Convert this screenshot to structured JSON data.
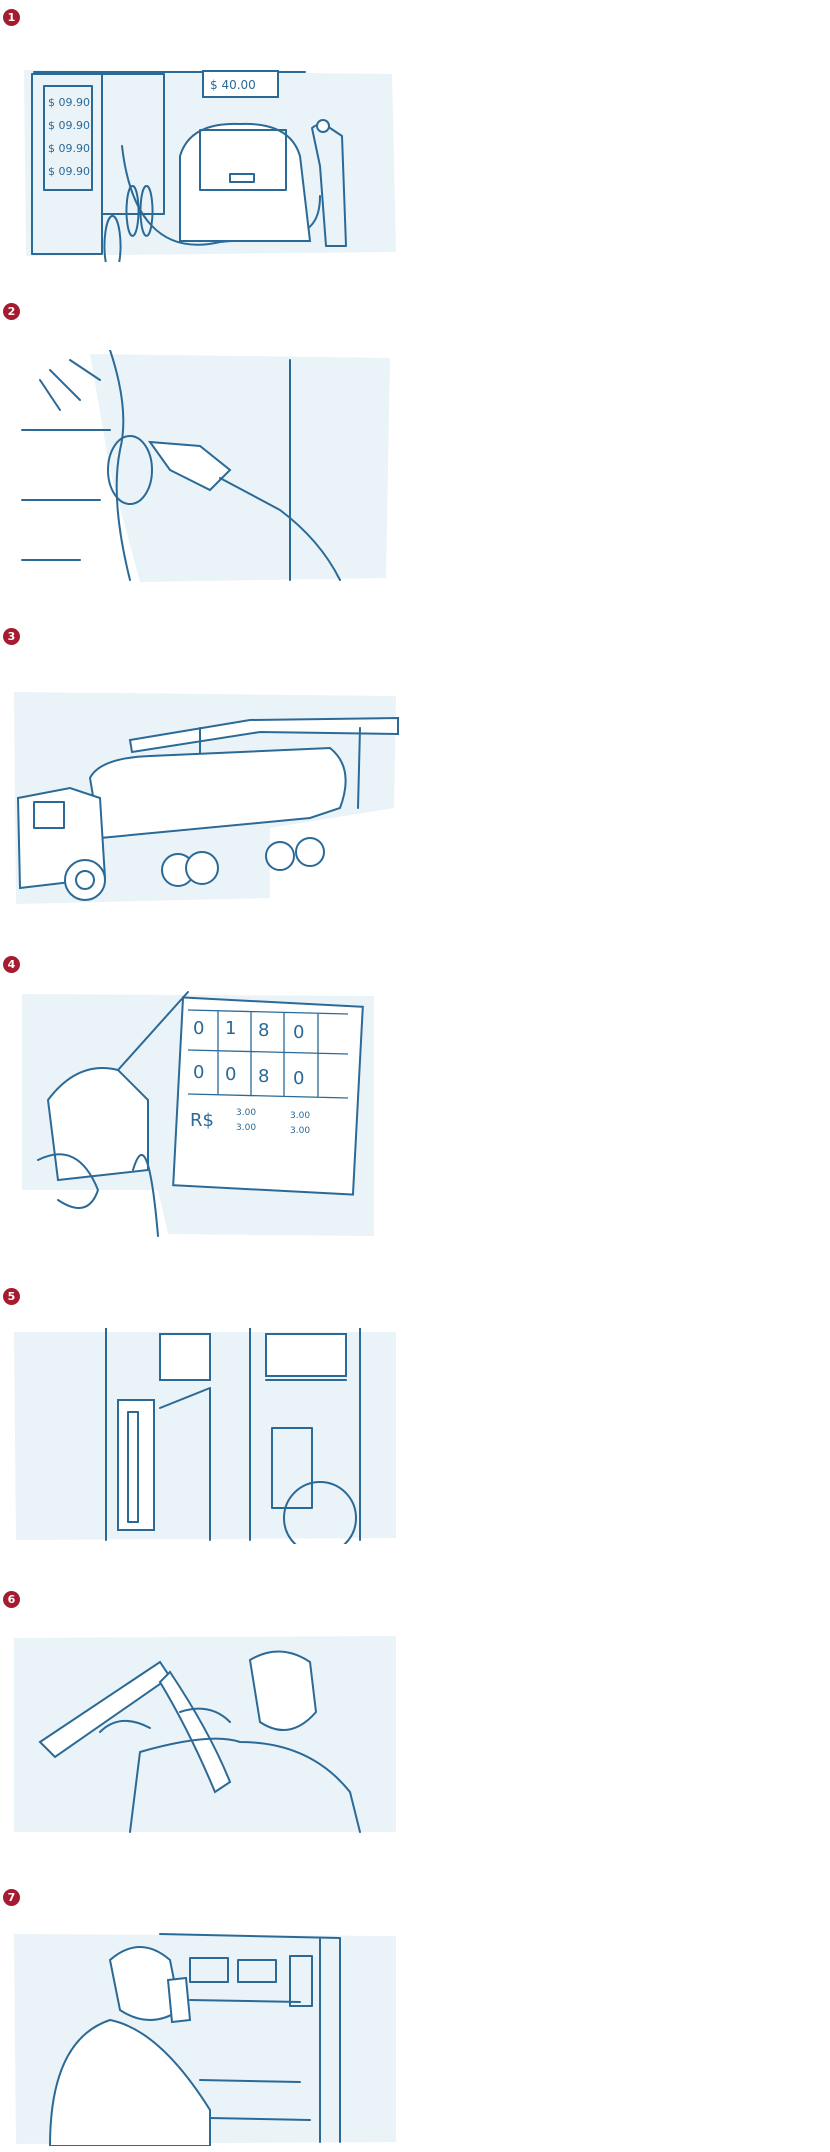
{
  "steps": [
    {
      "number": "1",
      "scene": "car-refueling"
    },
    {
      "number": "2",
      "scene": "nozzle-in-tank"
    },
    {
      "number": "3",
      "scene": "fuel-tanker-truck"
    },
    {
      "number": "4",
      "scene": "pump-display"
    },
    {
      "number": "5",
      "scene": "pump-gauges"
    },
    {
      "number": "6",
      "scene": "attendant-with-nozzle"
    },
    {
      "number": "7",
      "scene": "attendant-on-phone"
    }
  ],
  "scene1": {
    "price_sign": "$ 40.00",
    "pump_prices": [
      "$ 09.90",
      "$ 09.90",
      "$ 09.90",
      "$ 09.90"
    ]
  },
  "scene4": {
    "row1": [
      "0",
      "1",
      "8",
      "0"
    ],
    "row2": [
      "0",
      "0",
      "8",
      "0"
    ],
    "currency": "R$",
    "unit_prices": [
      "3.00",
      "3.00",
      "3.00",
      "3.00"
    ]
  },
  "colors": {
    "badge": "#a51c30",
    "ink": "#2b6a97",
    "panel": "#eaf3f8"
  }
}
